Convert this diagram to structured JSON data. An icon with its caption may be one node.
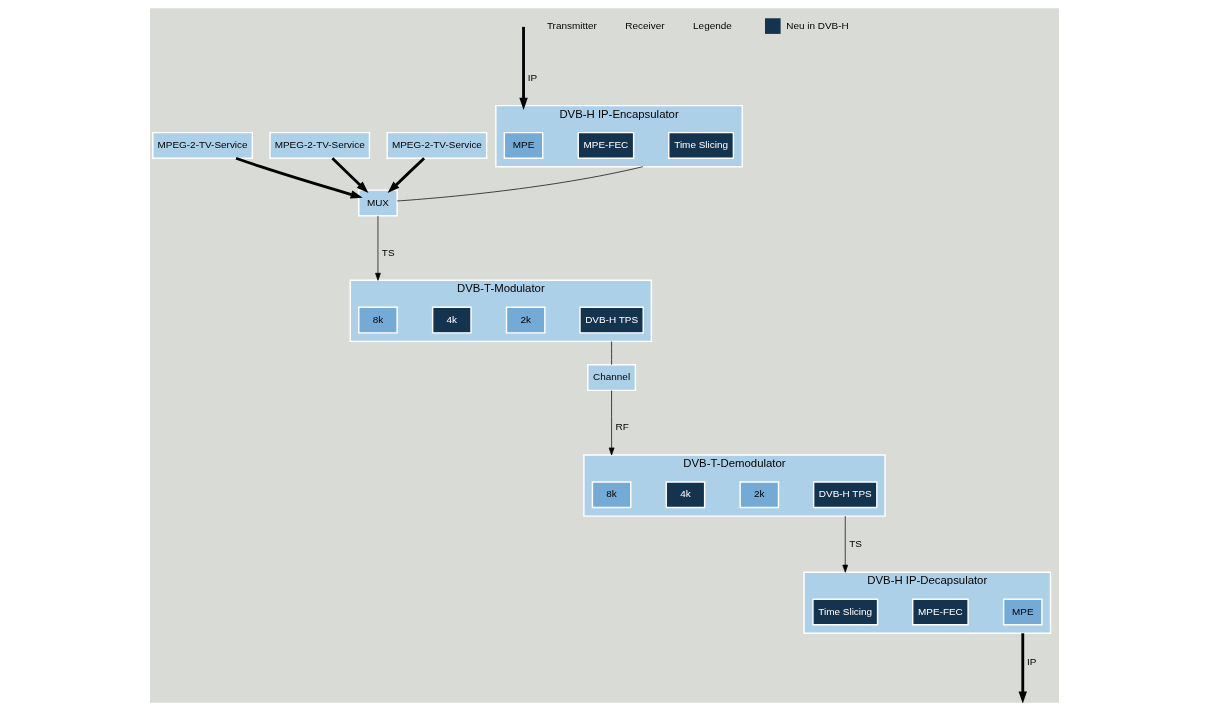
{
  "diagram": {
    "nodes": [
      {
        "text": [
          "MPEG-2-TV-Service"
        ]
      },
      {
        "text": [
          "MPEG-2-TV-Service"
        ]
      },
      {
        "text": [
          "MPEG-2-TV-Service"
        ]
      },
      {
        "text": [
          "MUX"
        ]
      },
      {
        "text": [
          "DVB-T-Modulator"
        ]
      },
      {
        "text": [
          "8k"
        ],
        "in": 4
      },
      {
        "text": [
          "4k"
        ],
        "in": 4
      },
      {
        "text": [
          "2k"
        ],
        "in": 4
      },
      {
        "text": [
          "DVB-H TPS"
        ],
        "in": 4
      },
      {
        "text": [
          "DVB-H IP-Encapsulator"
        ]
      },
      {
        "text": [
          "MPE"
        ],
        "in": 9
      },
      {
        "text": [
          "MPE-FEC"
        ],
        "in": 9
      },
      {
        "text": [
          "Time Slicing"
        ],
        "in": 9
      },
      {
        "text": [
          "Channel"
        ]
      },
      {
        "text": [
          "DVB-T-Demodulator"
        ]
      },
      {
        "text": [
          "8k"
        ],
        "in": 14
      },
      {
        "text": [
          "4k"
        ],
        "in": 14
      },
      {
        "text": [
          "2k"
        ],
        "in": 14
      },
      {
        "text": [
          "DVB-H TPS"
        ],
        "in": 14
      },
      {
        "text": [
          "DVB-H IP-Decapsulator"
        ]
      },
      {
        "text": [
          "Time Slicing"
        ],
        "in": 19
      },
      {
        "text": [
          "MPE-FEC"
        ],
        "in": 19
      },
      {
        "text": [
          "MPE"
        ],
        "in": 19
      }
    ],
    "edges": [
      {
        "from": 0,
        "to": 3,
        "arrow": "to",
        "style": "thick"
      },
      {
        "from": 1,
        "to": 3,
        "arrow": "to",
        "style": "thick"
      },
      {
        "from": 2,
        "to": 3,
        "arrow": "to",
        "style": "thick"
      },
      {
        "from": null,
        "to": 9,
        "arrow": "to",
        "label": "IP",
        "style": "thick"
      },
      {
        "from": 9,
        "to": 3,
        "arrow": "none"
      },
      {
        "from": 3,
        "to": 4,
        "arrow": "to",
        "label": "TS"
      },
      {
        "from": 4,
        "to": 13,
        "arrow": "none"
      },
      {
        "from": 13,
        "to": 14,
        "arrow": "to",
        "label": "RF"
      },
      {
        "from": 14,
        "to": 19,
        "arrow": "to",
        "label": "TS"
      },
      {
        "from": 19,
        "to": null,
        "arrow": "to",
        "label": "IP",
        "style": "thick"
      }
    ],
    "labels": [
      "Transmitter",
      "Receiver",
      "Legende"
    ],
    "legend": [
      {
        "text": "Neu in DVB-H",
        "color": "#14334f"
      }
    ]
  }
}
